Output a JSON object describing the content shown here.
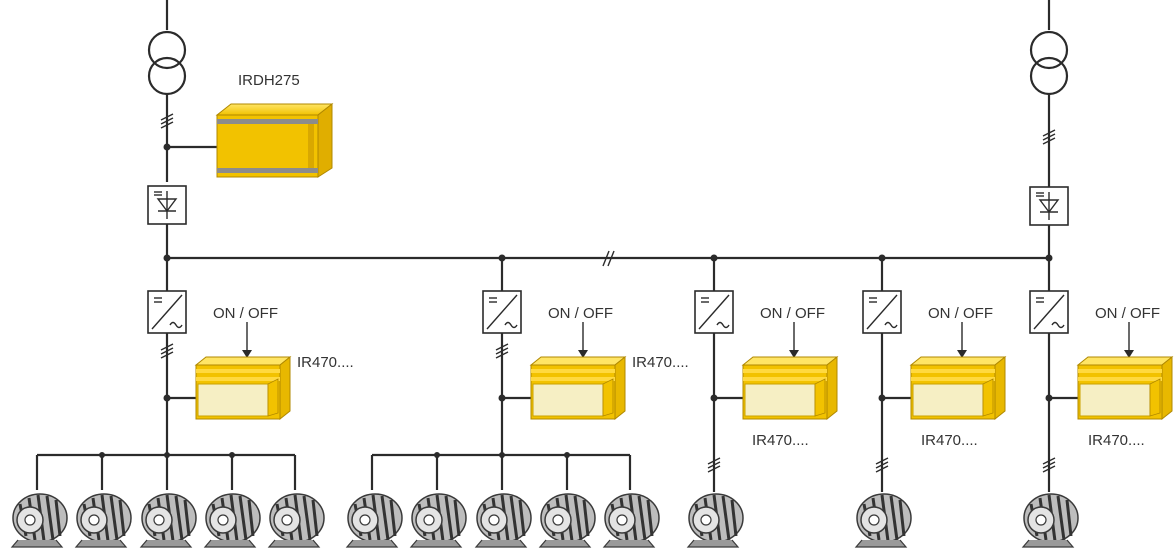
{
  "labels": {
    "insulation_monitor": "IRDH275",
    "on_off": "ON / OFF",
    "relay": "IR470...."
  },
  "colors": {
    "line": "#2b2b2b",
    "device_yellow": "#f2c200",
    "device_yellow_dark": "#c99a00",
    "relay_face": "#f6efc4",
    "motor_grey": "#8a8a8a"
  },
  "icons": {
    "transformer": "transformer-icon",
    "rectifier": "rectifier-icon",
    "inverter": "inverter-icon",
    "motor": "motor-icon"
  }
}
